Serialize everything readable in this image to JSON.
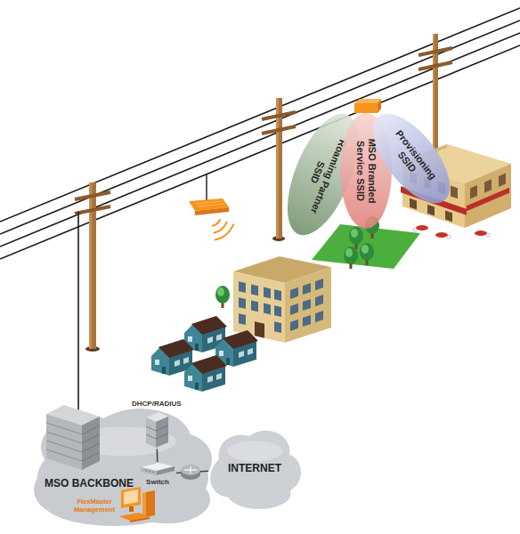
{
  "diagram": {
    "nodes": [
      {
        "text": [
          "Roaming Partner SSID"
        ]
      },
      {
        "text": [
          "MSO Branded Service SSID"
        ]
      },
      {
        "text": [
          "Provisioning SSID"
        ]
      },
      {
        "text": [
          "MSO BACKBONE"
        ]
      },
      {
        "text": [
          "DHCP/RADIUS"
        ],
        "in": 3
      },
      {
        "text": [
          "Switch"
        ],
        "in": 3
      },
      {
        "text": [
          "FlexMaster Management"
        ],
        "in": 3
      },
      {
        "text": [
          "INTERNET"
        ]
      }
    ],
    "edges": [
      {
        "from": 4,
        "to": 5,
        "arrow": "none"
      },
      {
        "from": 5,
        "to": 7,
        "arrow": "none"
      }
    ]
  }
}
